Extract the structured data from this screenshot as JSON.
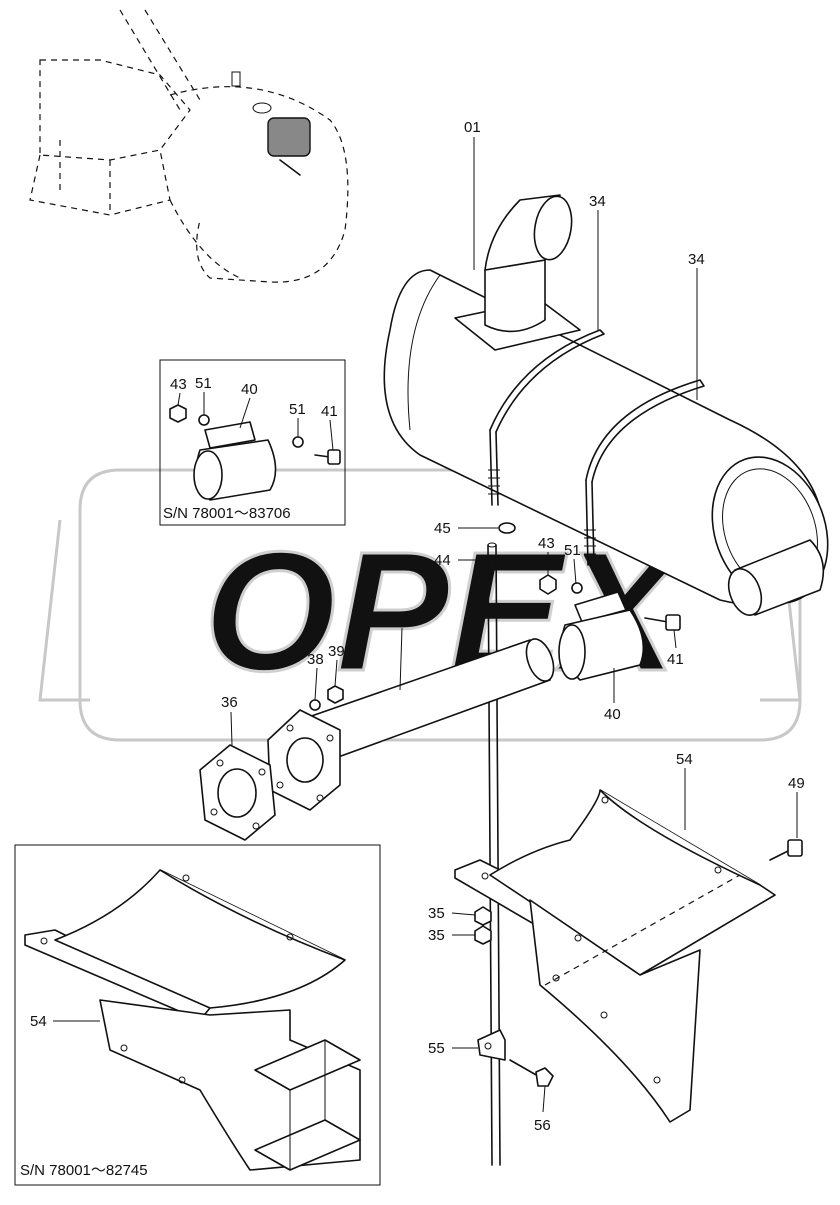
{
  "watermark": "OPEX",
  "callouts": {
    "c01": "01",
    "c34a": "34",
    "c34b": "34",
    "c43a": "43",
    "c51a": "51",
    "c40a": "40",
    "c51b": "51",
    "c41a": "41",
    "c45": "45",
    "c44": "44",
    "c43b": "43",
    "c51c": "51",
    "c41b": "41",
    "c40b": "40",
    "c53": "53",
    "c38": "38",
    "c39": "39",
    "c36": "36",
    "c54a": "54",
    "c49": "49",
    "c35a": "35",
    "c35b": "35",
    "c54b": "54",
    "c55": "55",
    "c56": "56"
  },
  "inset_clamp": {
    "serial": "S/N  78001～83706"
  },
  "inset_bracket": {
    "serial": "S/N  78001～82745"
  }
}
